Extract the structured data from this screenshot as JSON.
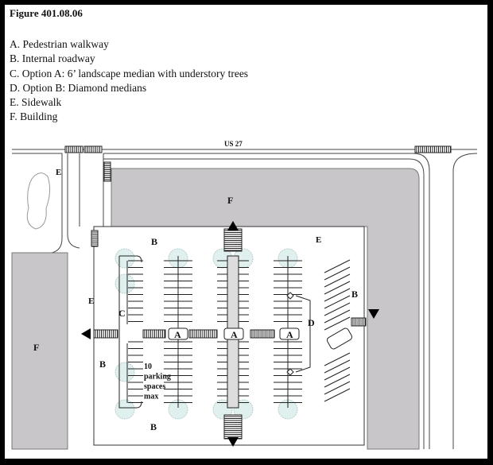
{
  "figure": {
    "title": "Figure 401.08.06"
  },
  "legend": [
    "A. Pedestrian walkway",
    "B. Internal roadway",
    "C. Option A: 6’ landscape median with understory trees",
    "D. Option B: Diamond medians",
    "E. Sidewalk",
    "F. Building"
  ],
  "diagram": {
    "road_label": "US 27",
    "labels": {
      "walkway": "A",
      "roadway": "B",
      "median": "C",
      "diamond": "D",
      "sidewalk": "E",
      "building": "F"
    },
    "note": [
      "10",
      "parking",
      "spaces",
      "max"
    ],
    "colors": {
      "building": "#c8c6c8",
      "tree": "#dff0ee",
      "tree_stroke": "#b9cfcc"
    }
  }
}
